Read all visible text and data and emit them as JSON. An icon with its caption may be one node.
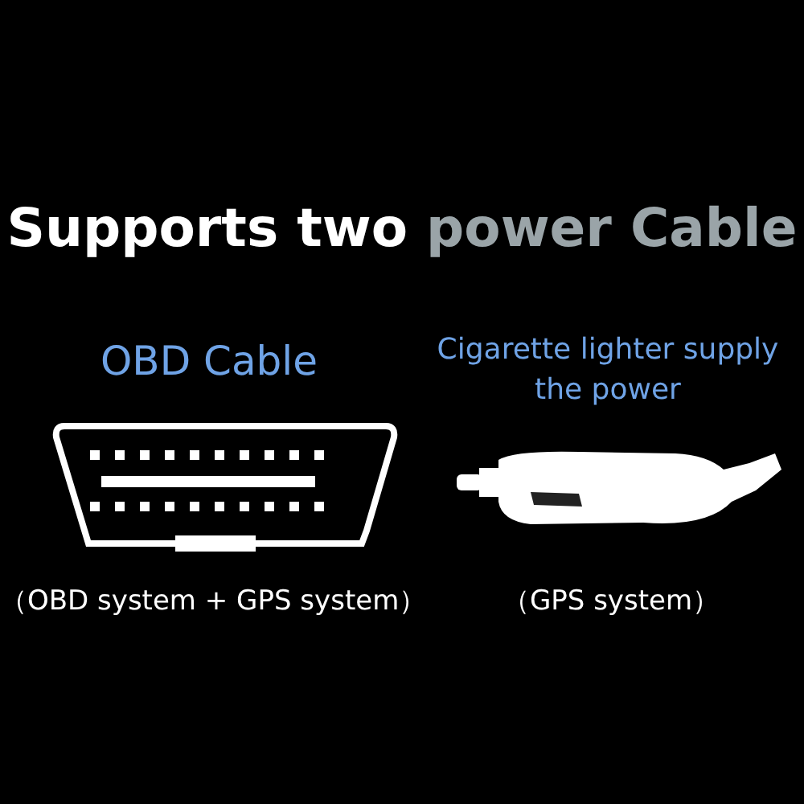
{
  "diagram": {
    "title": "Supports two power Cable",
    "labels": [
      "OBD Cable",
      "Cigarette lighter supply the power",
      "（OBD system + GPS system）",
      "（GPS system）"
    ]
  }
}
